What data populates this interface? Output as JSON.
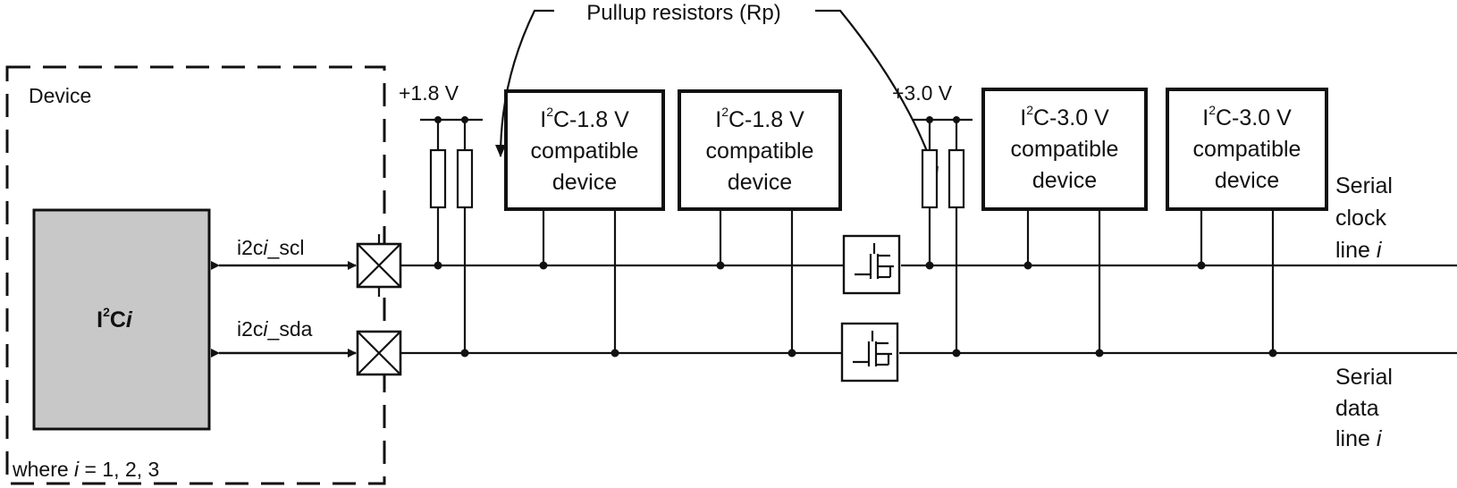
{
  "title": "Pullup resistors (Rp)",
  "device": {
    "label": "Device",
    "block": {
      "main": "I",
      "sup": "2",
      "suffix": "C",
      "var": "i"
    },
    "note": {
      "prefix": "where ",
      "var": "i",
      "suffix": " = 1, 2, 3"
    }
  },
  "signals": {
    "scl": {
      "prefix": "i2c",
      "var": "i",
      "suffix": "_scl"
    },
    "sda": {
      "prefix": "i2c",
      "var": "i",
      "suffix": "_sda"
    }
  },
  "rails": {
    "v18": "+1.8 V",
    "v30": "+3.0 V"
  },
  "devices": [
    {
      "pre": "I",
      "sup": "2",
      "post": "C-1.8 V",
      "line2": "compatible",
      "line3": "device"
    },
    {
      "pre": "I",
      "sup": "2",
      "post": "C-1.8 V",
      "line2": "compatible",
      "line3": "device"
    },
    {
      "pre": "I",
      "sup": "2",
      "post": "C-3.0 V",
      "line2": "compatible",
      "line3": "device"
    },
    {
      "pre": "I",
      "sup": "2",
      "post": "C-3.0 V",
      "line2": "compatible",
      "line3": "device"
    }
  ],
  "lines": {
    "clock": {
      "l1": "Serial",
      "l2": "clock",
      "l3_prefix": "line ",
      "l3_var": "i"
    },
    "data": {
      "l1": "Serial",
      "l2": "data",
      "l3_prefix": "line ",
      "l3_var": "i"
    }
  }
}
